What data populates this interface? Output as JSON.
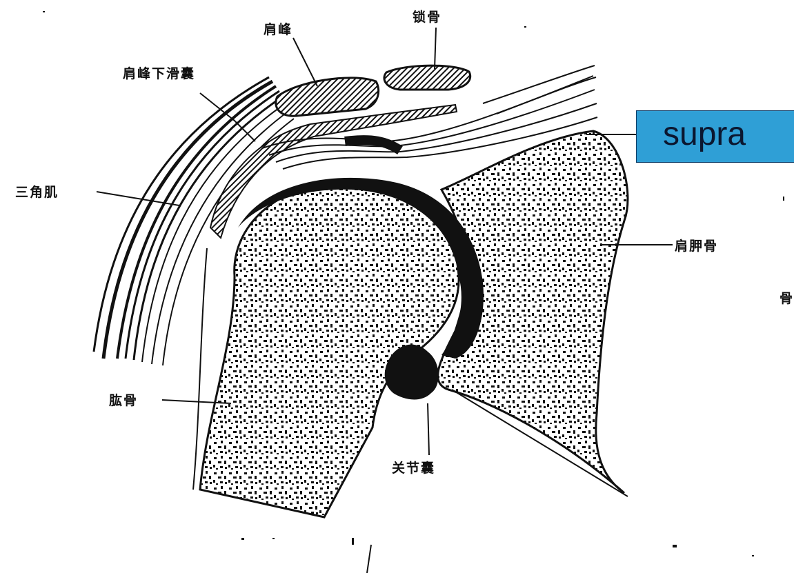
{
  "labels": {
    "acromion": "肩峰",
    "clavicle": "锁骨",
    "subacromial_bursa": "肩峰下滑囊",
    "deltoid": "三角肌",
    "scapula": "肩胛骨",
    "humerus": "肱骨",
    "joint_capsule": "关节囊",
    "edge_fragment": "骨"
  },
  "callout": {
    "text": "supra",
    "color": "#2f9fd6"
  }
}
